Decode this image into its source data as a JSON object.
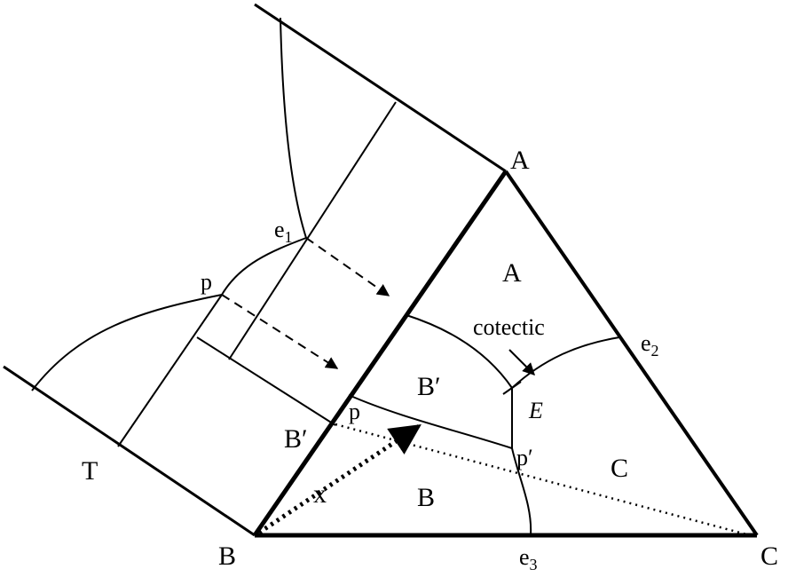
{
  "labels": {
    "vertex_a": "A",
    "vertex_b": "B",
    "vertex_c": "C",
    "field_a": "A",
    "field_b_prime": "B′",
    "field_b": "B",
    "field_c": "C",
    "cotectic": "cotectic",
    "eutectic": "E",
    "e1_base": "e",
    "e1_sub": "1",
    "e2_base": "e",
    "e2_sub": "2",
    "e3_base": "e",
    "e3_sub": "3",
    "peritectic_binary": "p",
    "peritectic_field": "p",
    "peritectic_ternary": "p′",
    "compound_b_prime": "B′",
    "temperature": "T",
    "composition_x": "x"
  },
  "colors": {
    "ink": "#000000",
    "background": "#ffffff"
  }
}
